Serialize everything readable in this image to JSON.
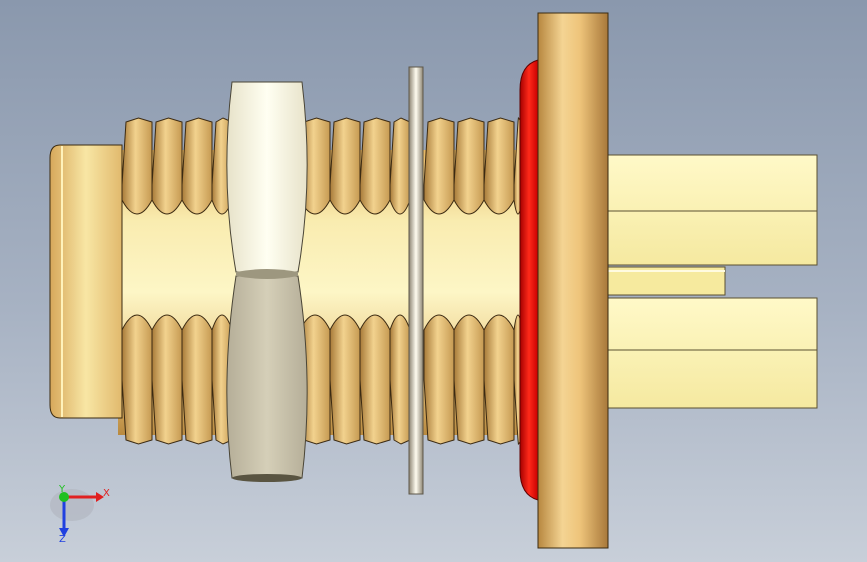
{
  "viewport": {
    "background_top": "#8a98ad",
    "background_bottom": "#c8cfd9"
  },
  "model": {
    "body_color": "#f3e39a",
    "thread_color": "#e0bf7c",
    "nut_color": "#f7f3dd",
    "washer_color": "#d7cfb8",
    "gasket_color": "#e01010",
    "flange_color": "#e8c478",
    "pin_color": "#fdf7bf"
  },
  "triad": {
    "x_label": "X",
    "y_label": "Y",
    "z_label": "Z",
    "x_color": "#e02020",
    "y_color": "#20c020",
    "z_color": "#2040e0"
  }
}
